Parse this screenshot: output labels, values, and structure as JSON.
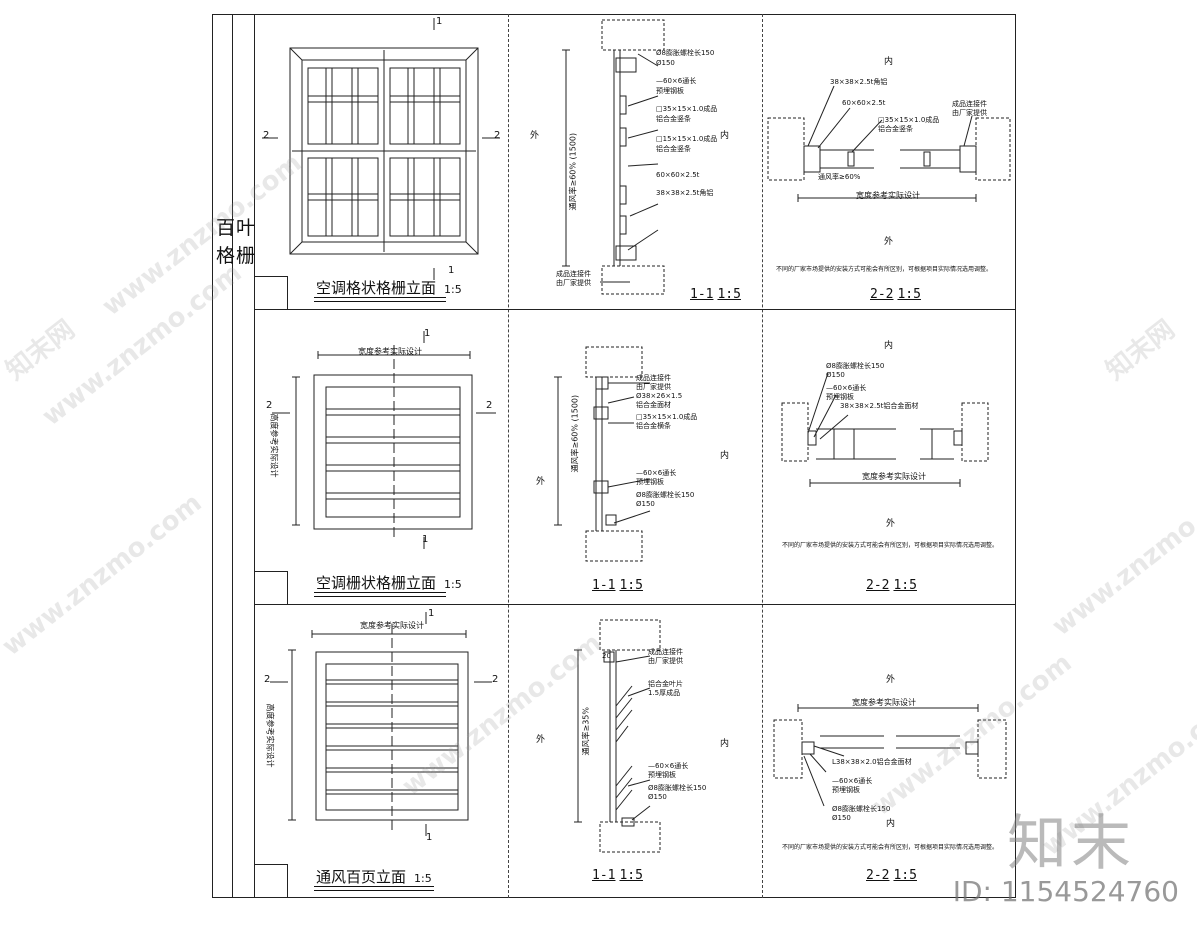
{
  "sidebar": {
    "title_line1": "百叶",
    "title_line2": "格栅"
  },
  "labels": {
    "section_mark_1": "1",
    "section_mark_2": "2",
    "width_ref": "宽度参考实际设计",
    "height_ref": "高度参考实际设计",
    "outside": "外",
    "inside": "内",
    "vendor_note": "不同的厂家市场提供的安装方式可能会有所区别，可根据项目实际情况选用调整。"
  },
  "rows": [
    {
      "elevation_title": "空调格状格栅立面",
      "elevation_scale": "1:5",
      "section11_title": "1-1",
      "section11_scale": "1:5",
      "section22_title": "2-2",
      "section22_scale": "1:5",
      "section11_notes": [
        "Ø8膨胀螺栓长150",
        "Ø150",
        "—60×6通长",
        "预埋钢板",
        "□35×15×1.0成品",
        "铝合金竖条",
        "□15×15×1.0成品",
        "铝合金竖条",
        "60×60×2.5t",
        "38×38×2.5t角铝",
        "成品连接件",
        "由厂家提供"
      ],
      "section11_dim": "通风率≥60% (1500)",
      "section22_notes": [
        "38×38×2.5t角铝",
        "60×60×2.5t",
        "成品连接件",
        "由厂家提供",
        "□35×15×1.0成品",
        "铝合金竖条",
        "通风率≥60%"
      ]
    },
    {
      "elevation_title": "空调栅状格栅立面",
      "elevation_scale": "1:5",
      "section11_title": "1-1",
      "section11_scale": "1:5",
      "section22_title": "2-2",
      "section22_scale": "1:5",
      "section11_notes": [
        "成品连接件",
        "由厂家提供",
        "Ø38×26×1.5",
        "铝合金面材",
        "□35×15×1.0成品",
        "铝合金横条",
        "—60×6通长",
        "预埋钢板",
        "Ø8膨胀螺栓长150",
        "Ø150"
      ],
      "section11_dim": "通风率≥60% (1500)",
      "section22_notes": [
        "Ø8膨胀螺栓长150",
        "Ø150",
        "—60×6通长",
        "预埋钢板",
        "38×38×2.5t铝合金面材"
      ]
    },
    {
      "elevation_title": "通风百页立面",
      "elevation_scale": "1:5",
      "section11_title": "1-1",
      "section11_scale": "1:5",
      "section22_title": "2-2",
      "section22_scale": "1:5",
      "section11_notes": [
        "成品连接件",
        "由厂家提供",
        "铝合金叶片",
        "1.5厚成品",
        "—60×6通长",
        "预埋钢板",
        "Ø8膨胀螺栓长150",
        "Ø150"
      ],
      "section11_dim": "通风率≥35%",
      "section11_small": "20",
      "section22_notes": [
        "L38×38×2.0铝合金面材",
        "—60×6通长",
        "预埋钢板",
        "Ø8膨胀螺栓长150",
        "Ø150"
      ]
    }
  ],
  "watermark": {
    "site": "www.znzmo.com",
    "brand_cn": "知末网",
    "logo_text": "知末",
    "image_id": "ID: 1154524760"
  },
  "colors": {
    "line": "#222222",
    "watermark": "#969696",
    "background": "#ffffff"
  }
}
